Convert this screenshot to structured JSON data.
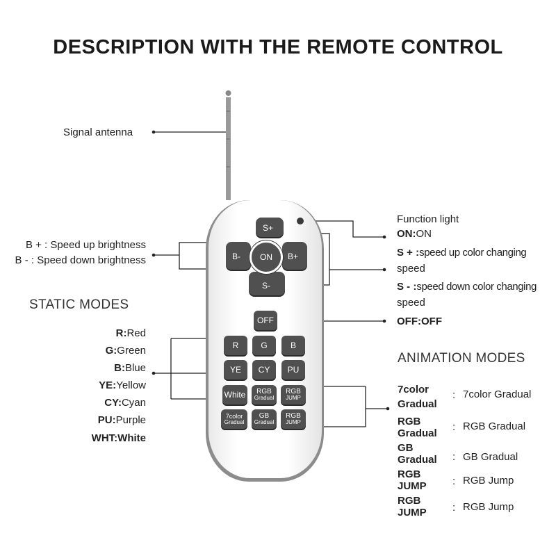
{
  "title": "DESCRIPTION WITH THE REMOTE CONTROL",
  "labels": {
    "antenna": "Signal antenna",
    "b_plus": "B + : Speed up brightness",
    "b_minus": "B - : Speed down brightness",
    "function_light": "Function light",
    "on_key": "ON:",
    "on_val": "ON",
    "s_plus_key": "S + :",
    "s_plus_val": "speed up color changing",
    "s_plus_val2": "speed",
    "s_minus_key": "S - :",
    "s_minus_val": "speed down color  changing",
    "s_minus_val2": "speed",
    "off_text": "OFF:OFF"
  },
  "static_modes": {
    "heading": "STATIC MODES",
    "items": [
      {
        "key": "R:",
        "value": "Red"
      },
      {
        "key": "G:",
        "value": "Green"
      },
      {
        "key": "B:",
        "value": "Blue"
      },
      {
        "key": "YE:",
        "value": "Yellow"
      },
      {
        "key": "CY:",
        "value": "Cyan"
      },
      {
        "key": "PU:",
        "value": "Purple"
      },
      {
        "key": "WHT:",
        "value": "White"
      }
    ]
  },
  "animation_modes": {
    "heading": "ANIMATION MODES",
    "items": [
      {
        "key1": "7color",
        "key2": "Gradual",
        "value": "7color Gradual"
      },
      {
        "key1": "RGB",
        "key2": "Gradual",
        "value": "RGB Gradual"
      },
      {
        "key1": "GB",
        "key2": "Gradual",
        "value": "GB Gradual"
      },
      {
        "key1": "RGB",
        "key2": "JUMP",
        "value": "RGB Jump"
      },
      {
        "key1": "RGB",
        "key2": "JUMP",
        "value": "RGB Jump"
      }
    ],
    "colon": ":"
  },
  "remote": {
    "s_plus": "S+",
    "s_minus": "S-",
    "b_minus": "B-",
    "b_plus": "B+",
    "on": "ON",
    "off": "OFF",
    "r": "R",
    "g": "G",
    "b": "B",
    "ye": "YE",
    "cy": "CY",
    "pu": "PU",
    "white": "White",
    "rgb": "RGB",
    "gradual": "Gradual",
    "jump": "JUMP",
    "seven_color": "7color",
    "gb": "GB"
  },
  "colors": {
    "button": "#505050",
    "line": "#222222",
    "body": "#ffffff"
  }
}
